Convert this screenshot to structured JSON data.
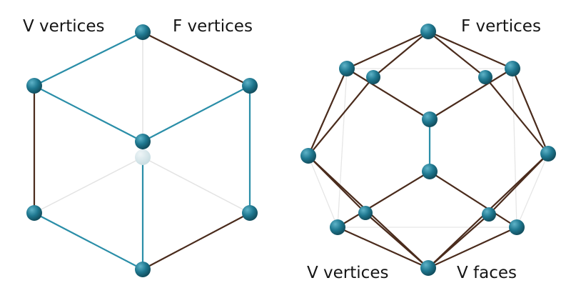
{
  "colors": {
    "teal_edge": "#2a8ea8",
    "brown_edge": "#4a2b1c",
    "hidden_edge": "#e3e3e3",
    "node": "#1f7890",
    "node_hidden": "#d2e2e6",
    "text": "#151515",
    "background": "#ffffff"
  },
  "left_diagram": {
    "labels": {
      "top_left": "V vertices",
      "top_right": "F vertices"
    }
  },
  "right_diagram": {
    "labels": {
      "top_right": "F vertices",
      "bottom_left": "V vertices",
      "bottom_right": "V faces"
    }
  }
}
